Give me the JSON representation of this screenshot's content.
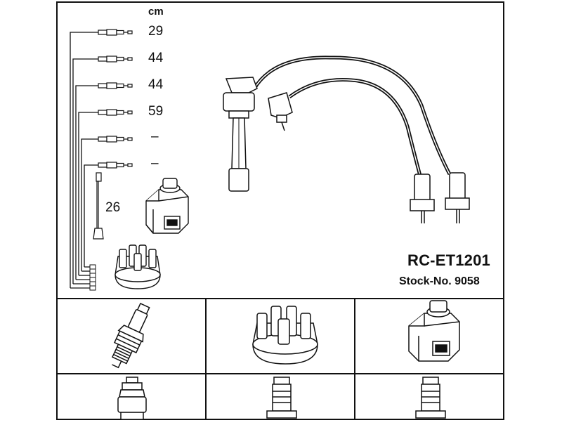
{
  "wire_set": {
    "unit": "cm",
    "lengths": [
      "29",
      "44",
      "44",
      "59",
      "–",
      "–"
    ],
    "ignition_lead_length": "26"
  },
  "product": {
    "code": "RC-ET1201",
    "stock_number": "Stock-No. 9058"
  },
  "icons": {
    "spark_plug": "spark-plug-icon",
    "distributor_cap": "distributor-cap-icon",
    "ignition_coil": "ignition-coil-icon",
    "plug_connector": "plug-connector-icon",
    "terminal_connector": "terminal-connector-icon"
  }
}
